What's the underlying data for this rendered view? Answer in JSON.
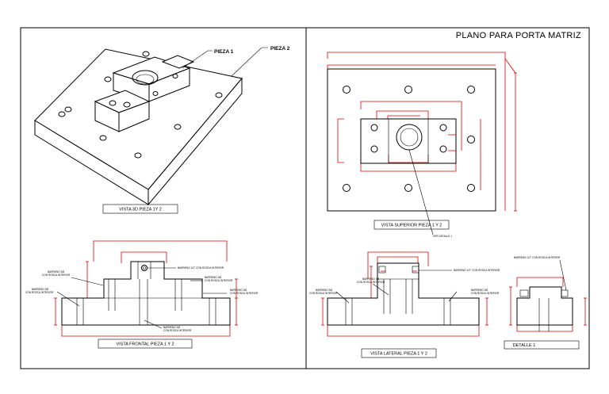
{
  "sheet": {
    "title": "PLANO PARA PORTA MATRIZ"
  },
  "left_panel": {
    "labels_3d": {
      "pieza1": "PIEZA 1",
      "pieza2": "PIEZA 2"
    },
    "view_3d_title": "VISTA 3D PIEZA 1Y 2",
    "front_view_title": "VISTA FRONTAL PIEZA 1 Y 2",
    "front_notes": {
      "top": "BARRENO 1/2\" CON ROSCA INTERIOR",
      "left_1a": "BARRENO 3/8",
      "left_1b": "CON ROSCA INTERIOR",
      "left_2a": "BARRENO 3/8",
      "left_2b": "CON ROSCA INTERIOR",
      "right_1a": "BARRENO 3/8",
      "right_1b": "CON ROSCA INTERIOR",
      "right_2a": "BARRENO 3/8",
      "right_2b": "CON ROSCA INTERIOR",
      "bottom_a": "BARRENO 3/8",
      "bottom_b": "CON ROSCA INTERIOR"
    }
  },
  "right_panel": {
    "top_view_title": "VISTA SUPERIOR PIEZA 1 Y 2",
    "detail_ref": "VER DETALLE 1",
    "side_view_title": "VISTA LATERAL PIEZA 1 Y 2",
    "detail_title": "DETALLE 1",
    "side_notes": {
      "top": "BARRENO 1/2\" CON ROSCA INTERIOR",
      "left_1a": "BARRENO 3/8",
      "left_1b": "CON ROSCA INTERIOR",
      "left_2a": "BARRENO 3/8",
      "left_2b": "CON ROSCA INTERIOR",
      "right_a": "BARRENO 3/8",
      "right_b": "CON ROSCA INTERIOR"
    },
    "detail_note": "BARRENO 1/2\" CON ROSCA INTERIOR"
  }
}
